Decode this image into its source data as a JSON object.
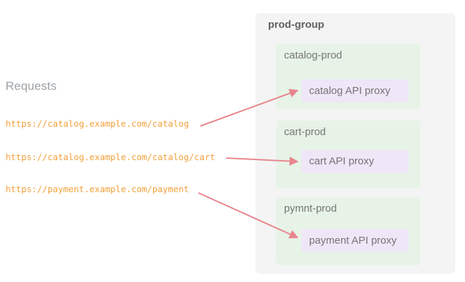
{
  "colors": {
    "url-orange": "#f4a13c",
    "arrow-pink": "#e8868d",
    "group-bg": "#f4f4f4",
    "env-bg": "#e7f3e7",
    "proxy-bg": "#efe6f7",
    "label-gray": "#757575",
    "heading-gray": "#9aa0a6",
    "group-title-gray": "#616161"
  },
  "left": {
    "heading": "Requests",
    "requests": [
      {
        "url": "https://catalog.example.com/catalog"
      },
      {
        "url": "https://catalog.example.com/catalog/cart"
      },
      {
        "url": "https://payment.example.com/payment"
      }
    ]
  },
  "group": {
    "title": "prod-group",
    "environments": [
      {
        "name": "catalog-prod",
        "proxy": "catalog API proxy"
      },
      {
        "name": "cart-prod",
        "proxy": "cart API proxy"
      },
      {
        "name": "pymnt-prod",
        "proxy": "payment API proxy"
      }
    ]
  },
  "connections": [
    {
      "from": "https://catalog.example.com/catalog",
      "to_environment": "catalog-prod",
      "to_proxy": "catalog API proxy"
    },
    {
      "from": "https://catalog.example.com/catalog/cart",
      "to_environment": "cart-prod",
      "to_proxy": "cart API proxy"
    },
    {
      "from": "https://payment.example.com/payment",
      "to_environment": "pymnt-prod",
      "to_proxy": "payment API proxy"
    }
  ]
}
